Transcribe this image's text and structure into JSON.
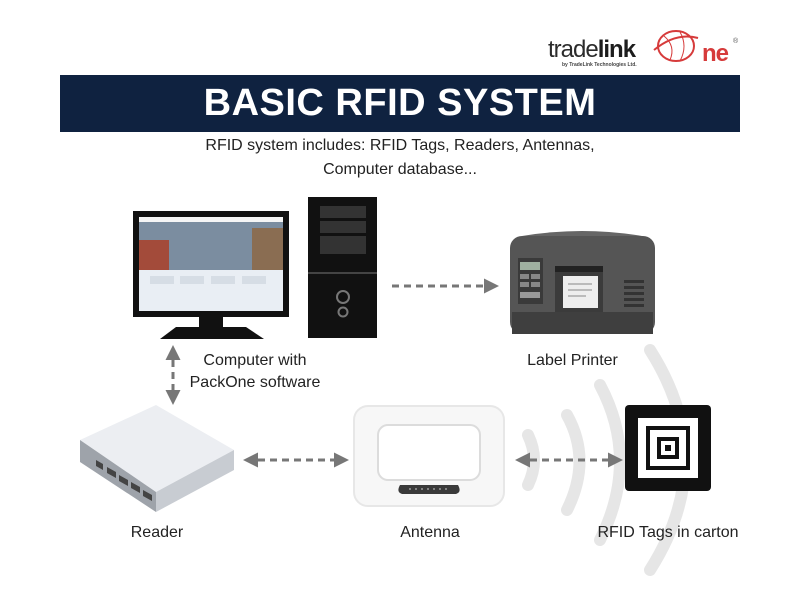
{
  "logo": {
    "part1": "trade",
    "part2": "link",
    "part3": "ne",
    "registered": "®",
    "tagline": "by TradeLink Technologies Ltd."
  },
  "title": "BASIC RFID SYSTEM",
  "subtitle": {
    "line1": "RFID system includes: RFID Tags, Readers, Antennas,",
    "line2": "Computer database..."
  },
  "nodes": {
    "computer": {
      "line1": "Computer with",
      "line2": "PackOne software"
    },
    "printer": "Label Printer",
    "reader": "Reader",
    "antenna": "Antenna",
    "tags": "RFID Tags in carton"
  },
  "colors": {
    "banner": "#0f2240",
    "arrow": "#777777",
    "logo_accent": "#d63b3b"
  }
}
